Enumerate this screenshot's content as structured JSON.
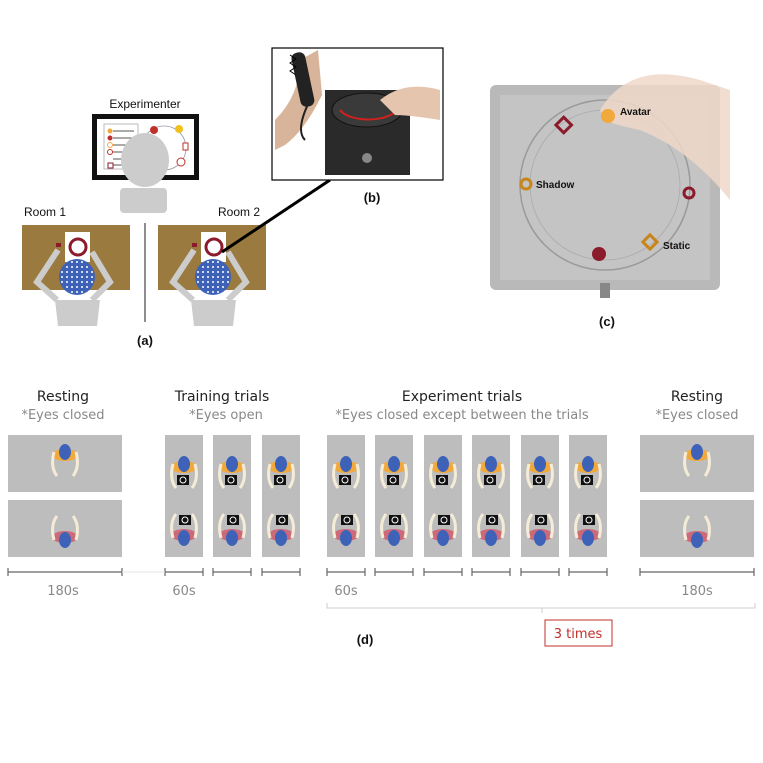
{
  "panel_a": {
    "experimenter_label": "Experimenter",
    "room1_label": "Room 1",
    "room2_label": "Room 2",
    "caption": "(a)"
  },
  "panel_b": {
    "caption": "(b)"
  },
  "panel_c": {
    "caption": "(c)",
    "avatar_label": "Avatar",
    "shadow_label": "Shadow",
    "static_label": "Static"
  },
  "panel_d": {
    "caption": "(d)",
    "phases": [
      {
        "title": "Resting",
        "note": "*Eyes closed",
        "duration": "180s"
      },
      {
        "title": "Training trials",
        "note": "*Eyes open",
        "duration": "60s",
        "trials": 3
      },
      {
        "title": "Experiment trials",
        "note": "*Eyes closed except between the trials",
        "duration": "60s",
        "trials": 6
      },
      {
        "title": "Resting",
        "note": "*Eyes closed",
        "duration": "180s"
      }
    ],
    "repeat_label": "3 times"
  },
  "colors": {
    "desk": "#9a7a3e",
    "cap": "#3e62b8",
    "ring": "#8b1a2b",
    "orange": "#f2a93b",
    "pink": "#cc6a7a",
    "panel": "#bdbdbd"
  }
}
